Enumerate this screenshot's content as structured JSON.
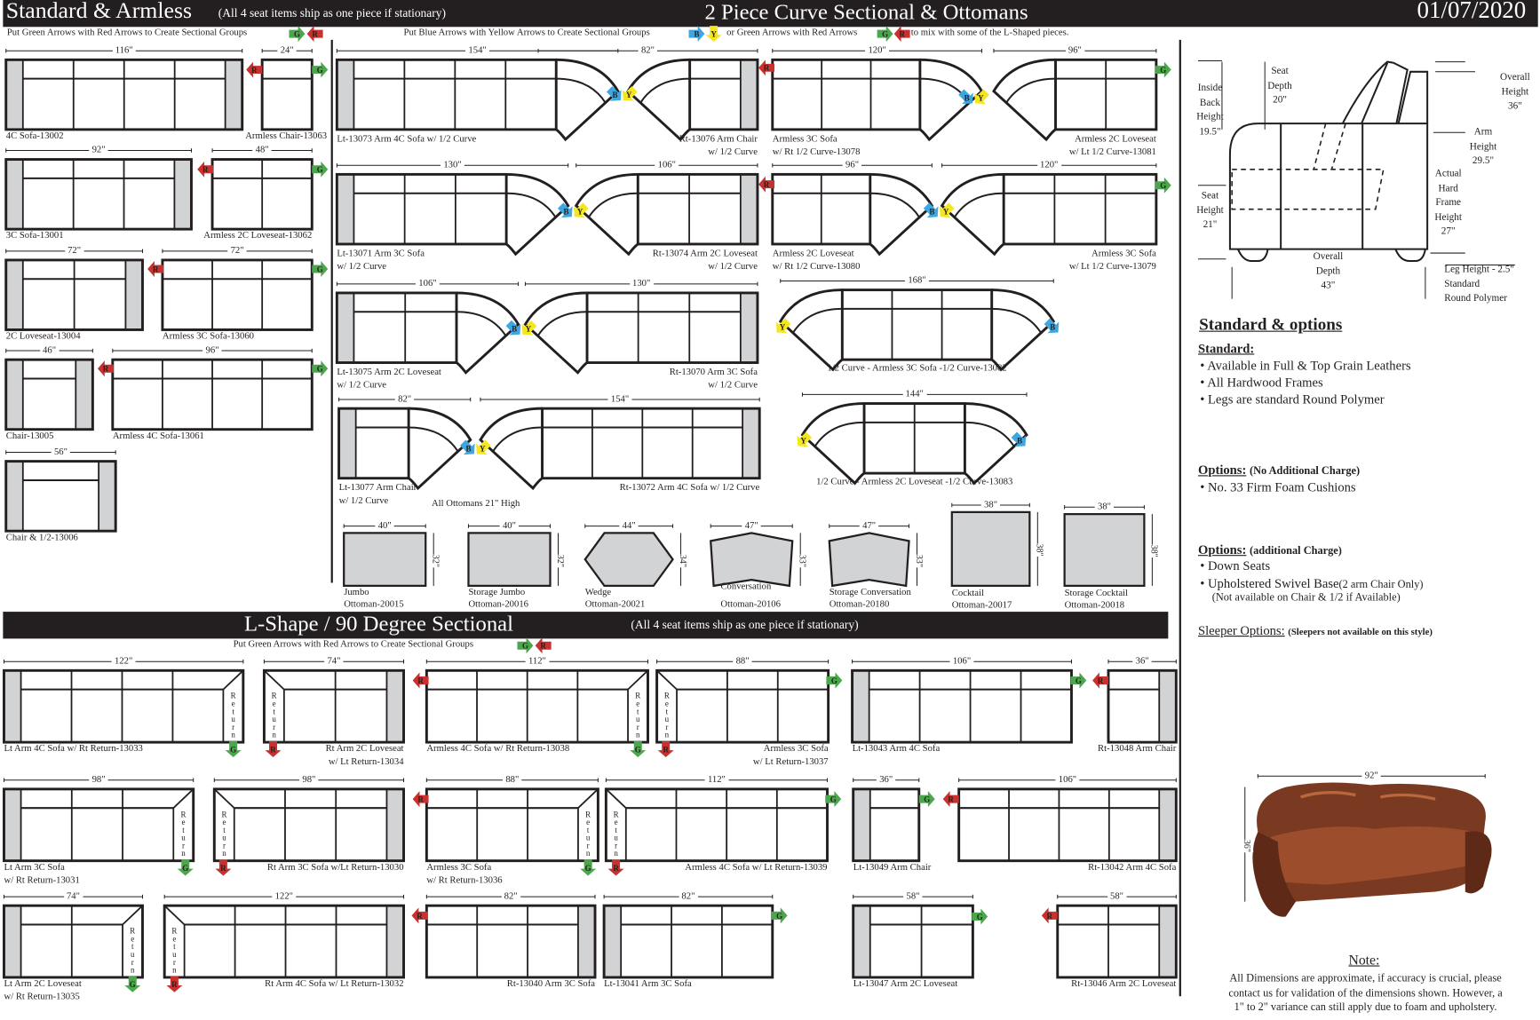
{
  "header": {
    "standard_title": "Standard & Armless",
    "standard_subtitle": "(All 4 seat items ship as one piece if stationary)",
    "curve_title": "2 Piece Curve Sectional & Ottomans",
    "date": "01/07/2020"
  },
  "arrows": {
    "green": "G",
    "red": "R",
    "blue": "B",
    "yellow": "Y"
  },
  "colors": {
    "green": "#4ca64c",
    "red": "#c8312d",
    "blue": "#3fa7e0",
    "yellow": "#f4e722",
    "arm_gray": "#d1d3d4",
    "ink": "#231f20"
  },
  "return_word": "Return",
  "standard": {
    "instruction": "Put Green Arrows with Red Arrows to Create Sectional Groups",
    "pieces": [
      {
        "label": [
          "4C Sofa-13002"
        ],
        "dim": "116\""
      },
      {
        "label": [
          "Armless Chair-13063"
        ],
        "dim": "24\""
      },
      {
        "label": [
          "3C Sofa-13001"
        ],
        "dim": "92\""
      },
      {
        "label": [
          "Armless 2C Loveseat-13062"
        ],
        "dim": "48\""
      },
      {
        "label": [
          "2C Loveseat-13004"
        ],
        "dim": "72\""
      },
      {
        "label": [
          "Armless 3C Sofa-13060"
        ],
        "dim": "72\""
      },
      {
        "label": [
          "Chair-13005"
        ],
        "dim": "46\""
      },
      {
        "label": [
          "Armless 4C Sofa-13061"
        ],
        "dim": "96\""
      },
      {
        "label": [
          "Chair & 1/2-13006"
        ],
        "dim": "56\""
      }
    ]
  },
  "curve": {
    "instruction_a": "Put Blue Arrows with Yellow Arrows to Create Sectional Groups",
    "instruction_b": "or Green Arrows with Red Arrows",
    "instruction_c": "to mix with some of the L-Shaped pieces.",
    "pieces": [
      {
        "label": [
          "Lt-13073 Arm 4C Sofa w/ 1/2 Curve"
        ],
        "dim": "154\""
      },
      {
        "label": [
          "Rt-13076 Arm Chair",
          "w/ 1/2 Curve"
        ],
        "dim": "82\""
      },
      {
        "label": [
          "Armless 3C Sofa",
          "w/ Rt 1/2 Curve-13078"
        ],
        "dim": "120\""
      },
      {
        "label": [
          "Armless 2C Loveseat",
          "w/ Lt 1/2 Curve-13081"
        ],
        "dim": "96\""
      },
      {
        "label": [
          "Lt-13071 Arm 3C Sofa",
          "w/ 1/2 Curve"
        ],
        "dim": "130\""
      },
      {
        "label": [
          "Rt-13074 Arm 2C Loveseat",
          "w/ 1/2 Curve"
        ],
        "dim": "106\""
      },
      {
        "label": [
          "Armless 2C Loveseat",
          "w/ Rt 1/2 Curve-13080"
        ],
        "dim": "96\""
      },
      {
        "label": [
          "Armless 3C Sofa",
          "w/ Lt 1/2 Curve-13079"
        ],
        "dim": "120\""
      },
      {
        "label": [
          "Lt-13075 Arm 2C Loveseat",
          "w/ 1/2 Curve"
        ],
        "dim": "106\""
      },
      {
        "label": [
          "Rt-13070 Arm 3C Sofa",
          "w/ 1/2 Curve"
        ],
        "dim": "130\""
      },
      {
        "label": [
          "1/2 Curve - Armless 3C Sofa -1/2 Curve-13082"
        ],
        "dim": "168\""
      },
      {
        "label": [
          "Lt-13077 Arm Chair",
          "w/ 1/2 Curve"
        ],
        "dim": "82\""
      },
      {
        "label": [
          "Rt-13072 Arm 4C Sofa w/ 1/2 Curve"
        ],
        "dim": "154\""
      },
      {
        "label": [
          "1/2 Curve - Armless 2C Loveseat -1/2 Curve-13083"
        ],
        "dim": "144\""
      }
    ],
    "ottoman_note": "All Ottomans 21\" High",
    "ottomans": [
      {
        "label": [
          "Jumbo",
          "Ottoman-20015"
        ],
        "width": "40\"",
        "height": "32\""
      },
      {
        "label": [
          "Storage Jumbo",
          "Ottoman-20016"
        ],
        "width": "40\"",
        "height": "32\""
      },
      {
        "label": [
          "Wedge",
          "Ottoman-20021"
        ],
        "width": "44\"",
        "height": "34\""
      },
      {
        "label": [
          "Conversation",
          "Ottoman-20106"
        ],
        "width": "47\"",
        "height": "33\""
      },
      {
        "label": [
          "Storage Conversation",
          "Ottoman-20180"
        ],
        "width": "47\"",
        "height": "33\""
      },
      {
        "label": [
          "Cocktail",
          "Ottoman-20017"
        ],
        "width": "38\"",
        "height": "38\""
      },
      {
        "label": [
          "Storage Cocktail",
          "Ottoman-20018"
        ],
        "width": "38\"",
        "height": "38\""
      }
    ]
  },
  "lshape": {
    "title": "L-Shape / 90 Degree Sectional",
    "subtitle": "(All 4 seat items ship as one piece if stationary)",
    "instruction": "Put Green Arrows with Red Arrows to Create Sectional Groups",
    "pieces": [
      {
        "label": [
          "Lt Arm 4C Sofa w/ Rt Return-13033"
        ],
        "dim": "122\""
      },
      {
        "label": [
          "Rt Arm 2C Loveseat",
          "w/ Lt Return-13034"
        ],
        "dim": "74\""
      },
      {
        "label": [
          "Armless 4C Sofa w/ Rt Return-13038"
        ],
        "dim": "112\""
      },
      {
        "label": [
          "Armless 3C Sofa",
          "w/ Lt Return-13037"
        ],
        "dim": "88\""
      },
      {
        "label": [
          "Lt-13043 Arm 4C Sofa"
        ],
        "dim": "106\""
      },
      {
        "label": [
          "Rt-13048 Arm Chair"
        ],
        "dim": "36\""
      },
      {
        "label": [
          "Lt Arm 3C Sofa",
          "w/ Rt Return-13031"
        ],
        "dim": "98\""
      },
      {
        "label": [
          "Rt Arm 3C Sofa w/Lt Return-13030"
        ],
        "dim": "98\""
      },
      {
        "label": [
          "Armless 3C Sofa",
          "w/ Rt Return-13036"
        ],
        "dim": "88\""
      },
      {
        "label": [
          "Armless 4C Sofa w/ Lt Return-13039"
        ],
        "dim": "112\""
      },
      {
        "label": [
          "Lt-13049 Arm Chair"
        ],
        "dim": "36\""
      },
      {
        "label": [
          "Rt-13042 Arm 4C Sofa"
        ],
        "dim": "106\""
      },
      {
        "label": [
          "Lt Arm 2C Loveseat",
          "w/ Rt Return-13035"
        ],
        "dim": "74\""
      },
      {
        "label": [
          "Rt Arm 4C Sofa w/ Lt Return-13032"
        ],
        "dim": "122\""
      },
      {
        "label": [
          "Rt-13040 Arm 3C Sofa"
        ],
        "dim": "82\""
      },
      {
        "label": [
          "Lt-13041 Arm 3C Sofa"
        ],
        "dim": "82\""
      },
      {
        "label": [
          "Lt-13047 Arm 2C Loveseat"
        ],
        "dim": "58\""
      },
      {
        "label": [
          "Rt-13046 Arm 2C Loveseat"
        ],
        "dim": "58\""
      }
    ]
  },
  "specs": {
    "inside_back": [
      "Inside",
      "Back",
      "Height",
      "19.5\""
    ],
    "seat_depth": [
      "Seat",
      "Depth",
      "20\""
    ],
    "overall_height": [
      "Overall",
      "Height",
      "36\""
    ],
    "arm_height": [
      "Arm",
      "Height",
      "29.5\""
    ],
    "frame_height": [
      "Actual",
      "Hard",
      "Frame",
      "Height",
      "27\""
    ],
    "seat_height": [
      "Seat",
      "Height",
      "21\""
    ],
    "overall_depth": [
      "Overall",
      "Depth",
      "43\""
    ],
    "leg": [
      "Leg Height - 2.5\"",
      "Standard",
      "Round Polymer"
    ]
  },
  "options": {
    "heading": "Standard & options",
    "standard_label": "Standard:",
    "standard_items": [
      "Available in Full & Top Grain Leathers",
      "All Hardwood Frames",
      "Legs are standard Round Polymer"
    ],
    "nocharge_label": "Options:",
    "nocharge_note": "(No Additional Charge)",
    "nocharge_items": [
      "No. 33 Firm Foam Cushions"
    ],
    "charge_label": "Options:",
    "charge_note": "(additional Charge)",
    "charge_item_1": "Down Seats",
    "charge_item_2": "Upholstered Swivel Base",
    "charge_item_2_note": "(2 arm Chair Only)",
    "charge_item_2_sub": "(Not available on Chair & 1/2 if Available)",
    "sleeper_label": "Sleeper Options:",
    "sleeper_note": "(Sleepers not available on this style)"
  },
  "photo": {
    "width": "92\"",
    "height": "36\""
  },
  "note": {
    "title": "Note:",
    "lines": [
      "All Dimensions are approximate, if accuracy is crucial, please",
      "contact us for validation of the dimensions shown. However, a",
      "1\" to 2\" variance can still apply due to foam and upholstery."
    ]
  }
}
